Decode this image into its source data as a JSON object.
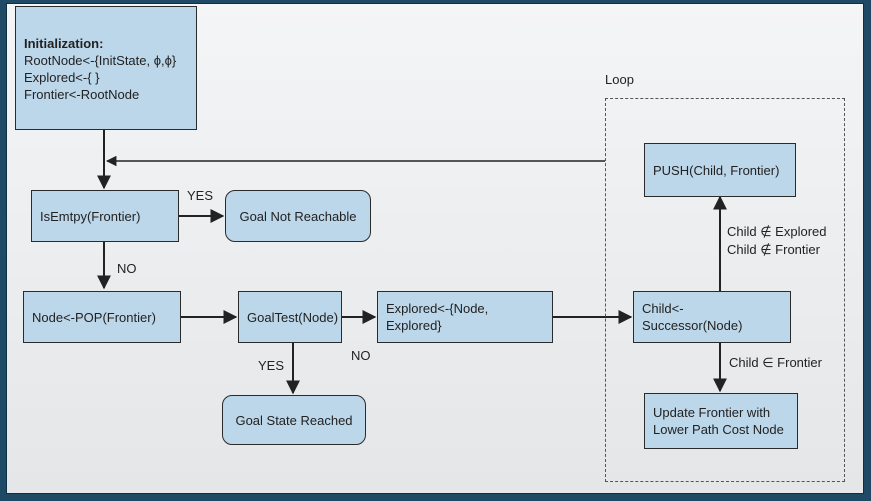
{
  "init": {
    "title": "Initialization:",
    "line1": "RootNode<-{InitState, ϕ,ϕ}",
    "line2": "Explored<-{ }",
    "line3": "Frontier<-RootNode"
  },
  "nodes": {
    "is_empty": "IsEmtpy(Frontier)",
    "goal_not_reachable": "Goal Not Reachable",
    "pop": "Node<-POP(Frontier)",
    "goal_test": "GoalTest(Node)",
    "explored": "Explored<-{Node, Explored}",
    "goal_state_reached": "Goal State Reached",
    "successor": "Child<-Successor(Node)",
    "push": "PUSH(Child, Frontier)",
    "update_line1": "Update Frontier with",
    "update_line2": "Lower Path Cost Node"
  },
  "labels": {
    "loop": "Loop",
    "yes1": "YES",
    "no1": "NO",
    "yes2": "YES",
    "no2": "NO",
    "cond_explored": "Child ∉ Explored",
    "cond_frontier": "Child ∉ Frontier",
    "cond_in_frontier": "Child ∈ Frontier"
  }
}
